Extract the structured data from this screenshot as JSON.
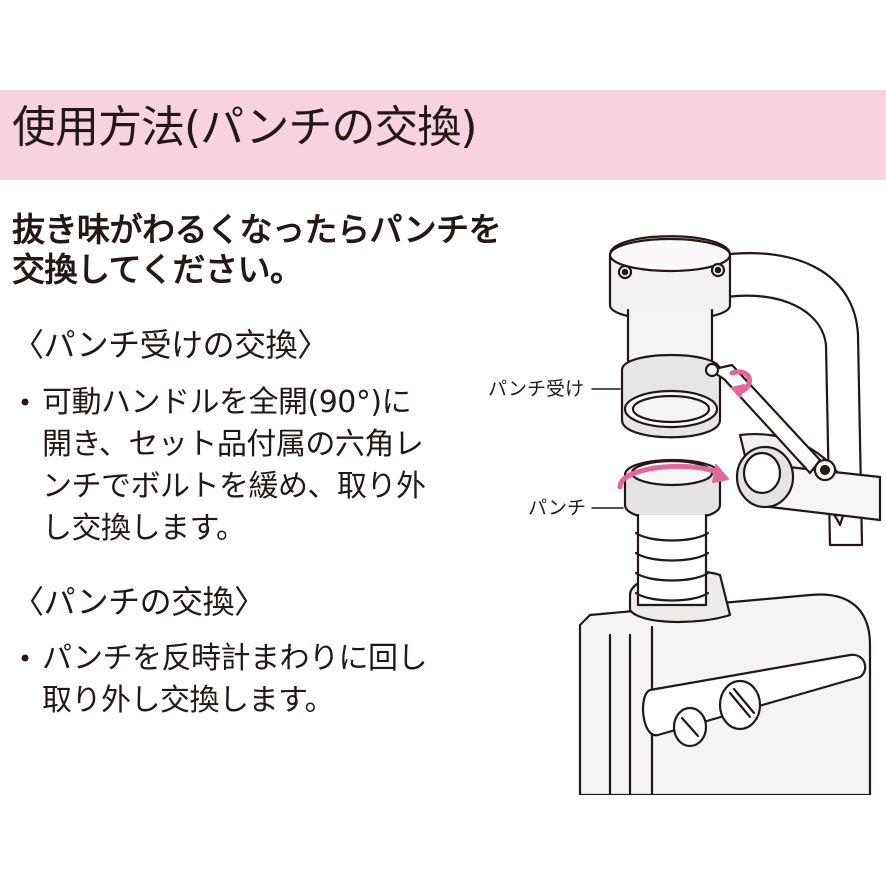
{
  "header": {
    "title": "使用方法(パンチの交換)",
    "band_color": "#f7d3e1"
  },
  "lead": {
    "line1": "抜き味がわるくなったらパンチを",
    "line2": "交換してください。"
  },
  "sections": [
    {
      "heading": "〈パンチ受けの交換〉",
      "bullet": "•",
      "lines": [
        "可動ハンドルを全開(90°)に",
        "開き、セット品付属の六角レ",
        "ンチでボルトを緩め、取り外",
        "し交換します。"
      ]
    },
    {
      "heading": "〈パンチの交換〉",
      "bullet": "•",
      "lines": [
        "パンチを反時計まわりに回し",
        "取り外し交換します。"
      ]
    }
  ],
  "figure": {
    "labels": {
      "punch_receiver": "パンチ受け",
      "punch": "パンチ"
    },
    "arrow_color": "#e2679a"
  }
}
